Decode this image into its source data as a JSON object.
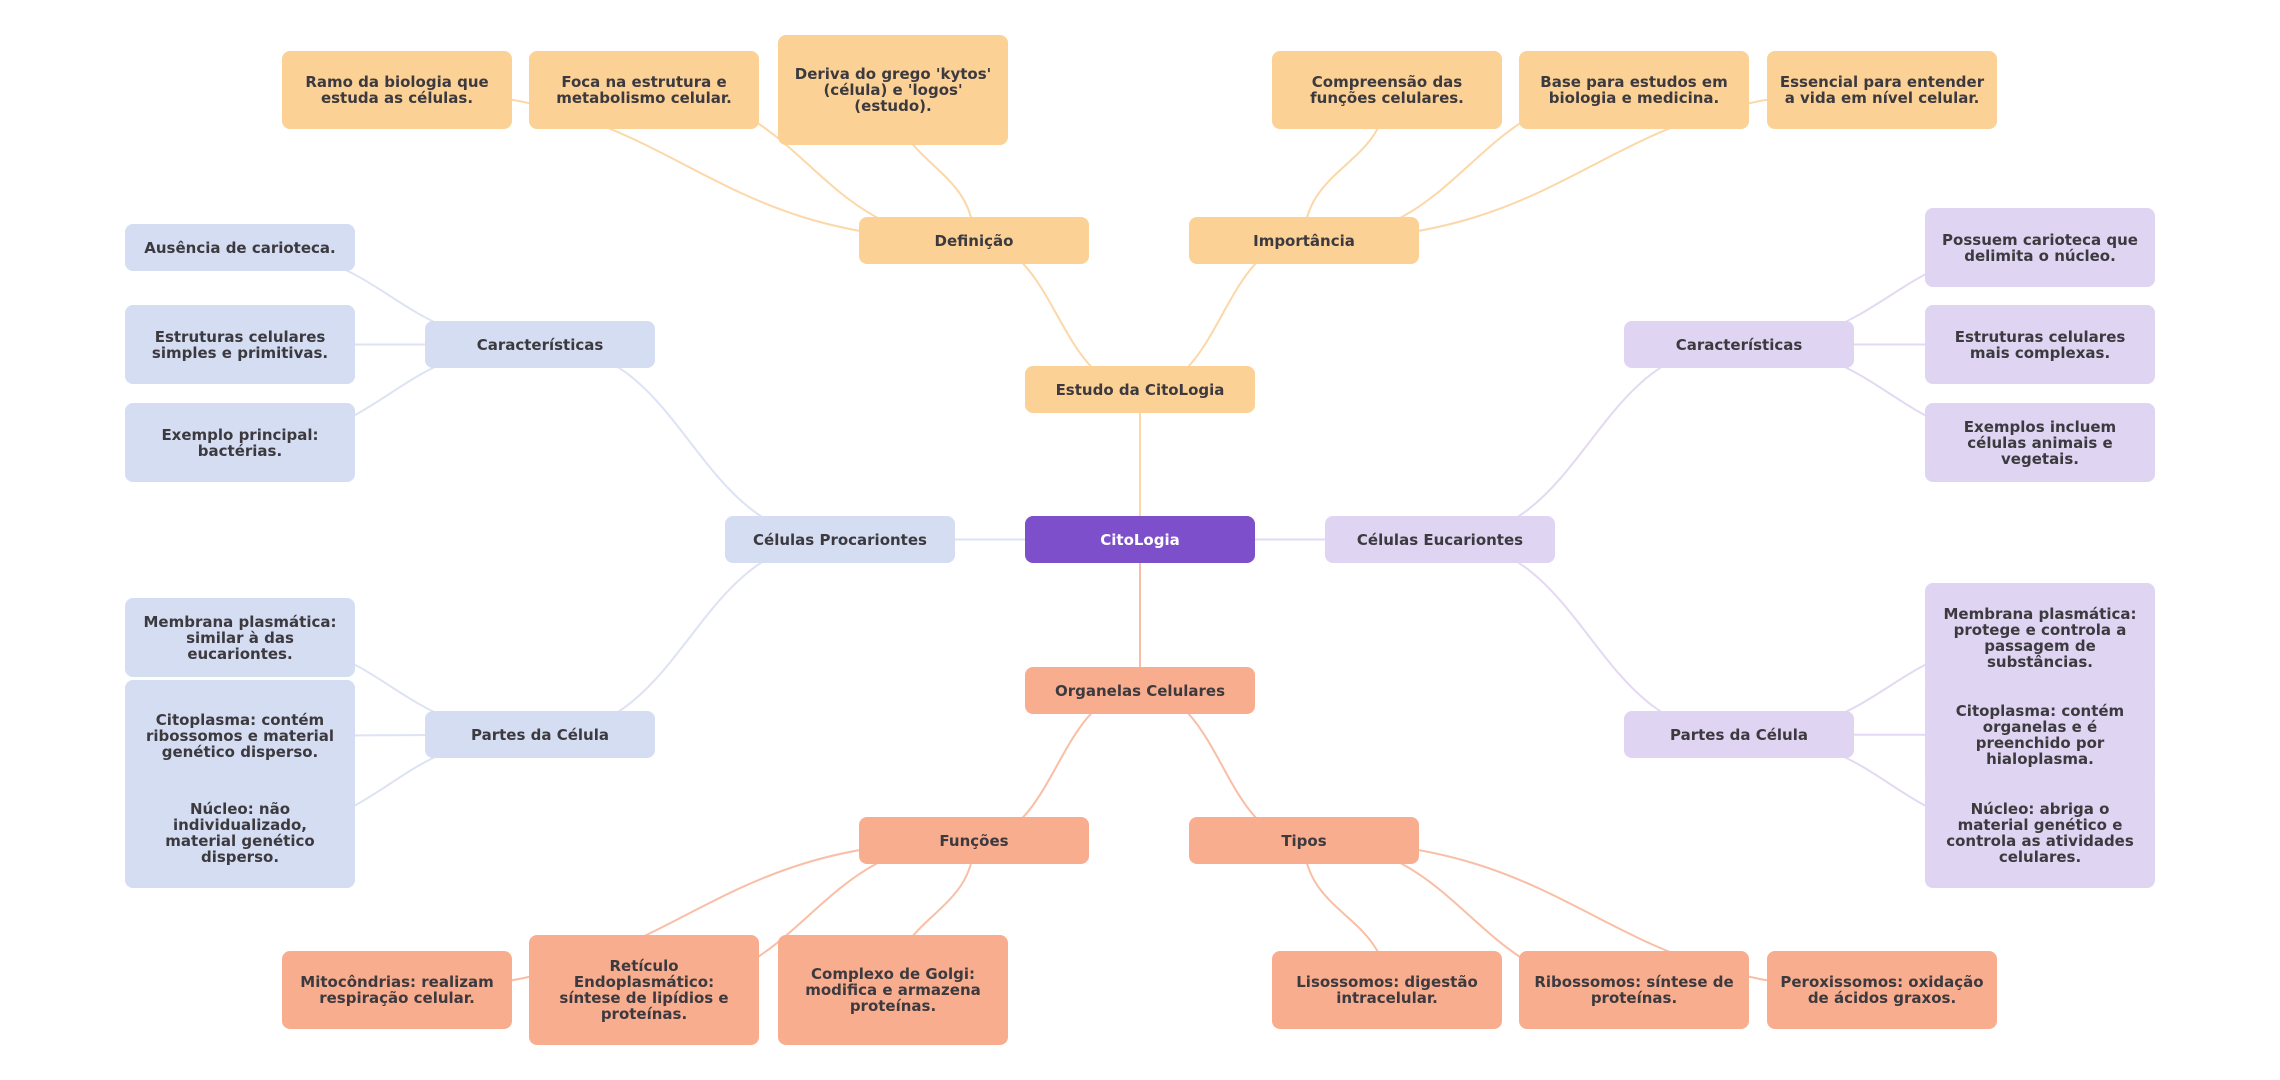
{
  "title": "CitoLogia",
  "colors": {
    "root": "#7e4fcb",
    "estudo": "#fcd196",
    "organelas": "#f9ad8f",
    "procariontes": "#d5ddf2",
    "eucariontes": "#dfd4f1",
    "edge_estudo": "#fcd7a8",
    "edge_organelas": "#f9bfa6",
    "edge_procariontes": "#dde3f4",
    "edge_eucariontes": "#e3d9f3"
  },
  "root": {
    "label": "CitoLogia"
  },
  "branches": {
    "estudo": {
      "label": "Estudo da CitoLogia",
      "definicao": {
        "label": "Definição",
        "items": [
          "Ramo da biologia que estuda as células.",
          "Foca na estrutura e metabolismo celular.",
          "Deriva do grego 'kytos' (célula) e 'logos' (estudo)."
        ]
      },
      "importancia": {
        "label": "Importância",
        "items": [
          "Compreensão das funções celulares.",
          "Base para estudos em biologia e medicina.",
          "Essencial para entender a vida em nível celular."
        ]
      }
    },
    "procariontes": {
      "label": "Células Procariontes",
      "caracteristicas": {
        "label": "Características",
        "items": [
          "Ausência de carioteca.",
          "Estruturas celulares simples e primitivas.",
          "Exemplo principal: bactérias."
        ]
      },
      "partes": {
        "label": "Partes da Célula",
        "items": [
          "Membrana plasmática: similar à das eucariontes.",
          "Citoplasma: contém ribossomos e material genético disperso.",
          "Núcleo: não individualizado, material genético disperso."
        ]
      }
    },
    "eucariontes": {
      "label": "Células Eucariontes",
      "caracteristicas": {
        "label": "Características",
        "items": [
          "Possuem carioteca que delimita o núcleo.",
          "Estruturas celulares mais complexas.",
          "Exemplos incluem células animais e vegetais."
        ]
      },
      "partes": {
        "label": "Partes da Célula",
        "items": [
          "Membrana plasmática: protege e controla a passagem de substâncias.",
          "Citoplasma: contém organelas e é preenchido por hialoplasma.",
          "Núcleo: abriga o material genético e controla as atividades celulares."
        ]
      }
    },
    "organelas": {
      "label": "Organelas Celulares",
      "funcoes": {
        "label": "Funções",
        "items": [
          "Mitocôndrias: realizam respiração celular.",
          "Retículo Endoplasmático: síntese de lipídios e proteínas.",
          "Complexo de Golgi: modifica e armazena proteínas."
        ]
      },
      "tipos": {
        "label": "Tipos",
        "items": [
          "Lisossomos: digestão intracelular.",
          "Ribossomos: síntese de proteínas.",
          "Peroxissomos: oxidação de ácidos graxos."
        ]
      }
    }
  }
}
